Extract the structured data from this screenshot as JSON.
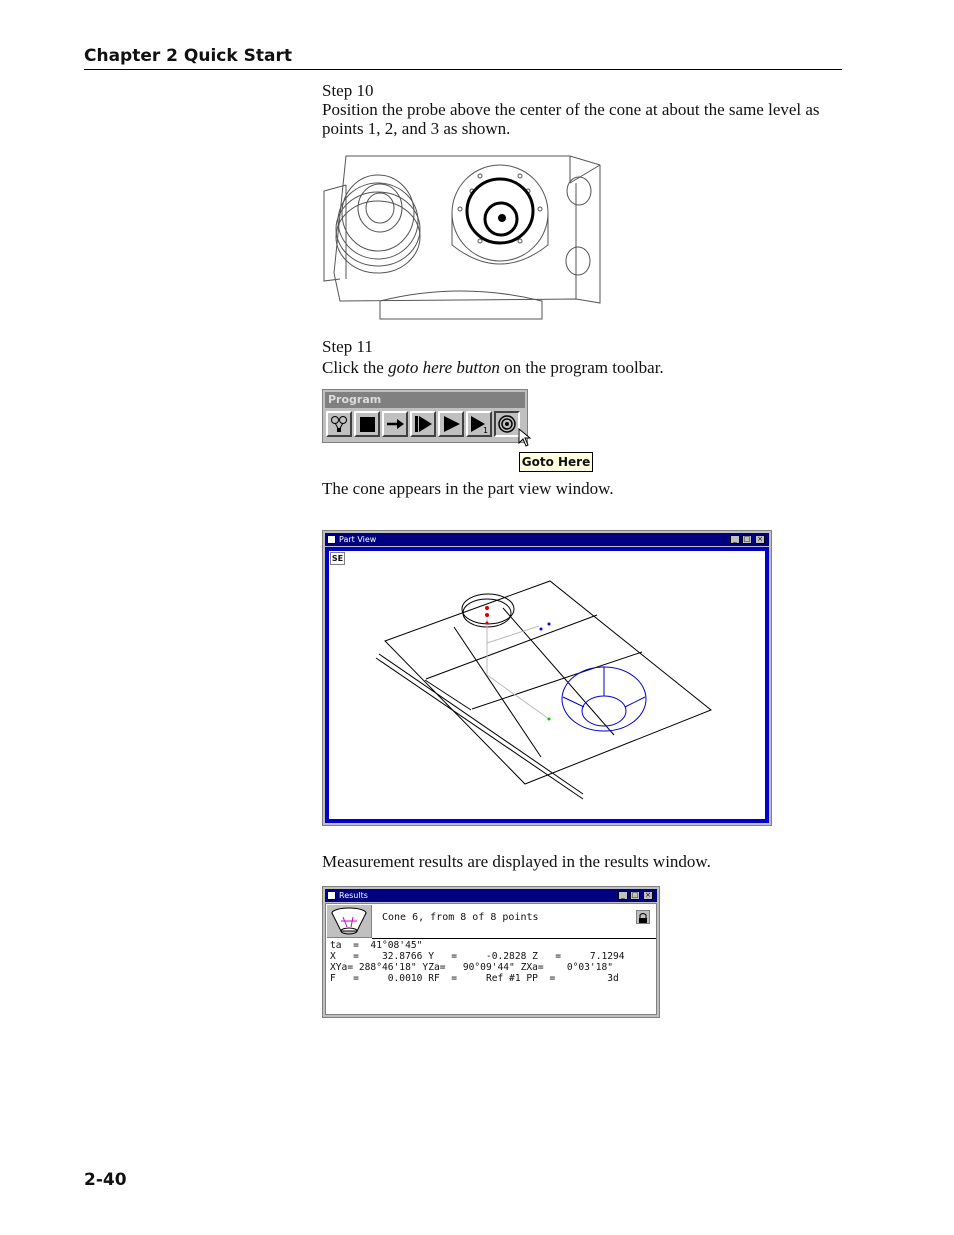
{
  "header": {
    "title": "Chapter 2 Quick Start"
  },
  "step10": {
    "label": "Step 10",
    "line1": "Position the probe above the center of the cone at about the same level as",
    "line2": "points 1, 2, and 3 as shown."
  },
  "step11": {
    "label": "Step 11",
    "text_before": "Click the ",
    "text_emph": "goto here button",
    "text_after": " on the program toolbar."
  },
  "toolbar": {
    "title": "Program",
    "tooltip": "Goto Here",
    "buttons": [
      "probe-tree-icon",
      "stop-icon",
      "arrow-right-icon",
      "step-forward-icon",
      "play-icon",
      "run-to-1-icon",
      "goto-here-icon"
    ]
  },
  "text_cone_appears": "The cone appears in the part view window.",
  "part_view": {
    "title": "Part View",
    "view_label": "SE"
  },
  "text_measurement": "Measurement results are displayed in the results window.",
  "results": {
    "title": "Results",
    "heading": "Cone 6, from 8 of 8 points",
    "lines": [
      "ta  =  41°08'45\"",
      "X   =    32.8766 Y   =     -0.2828 Z   =     7.1294",
      "XYa= 288°46'18\" YZa=   90°09'44\" ZXa=    0°03'18\"",
      "F   =     0.0010 RF  =     Ref #1 PP  =         3d"
    ]
  },
  "footer": {
    "page_number": "2-40"
  }
}
